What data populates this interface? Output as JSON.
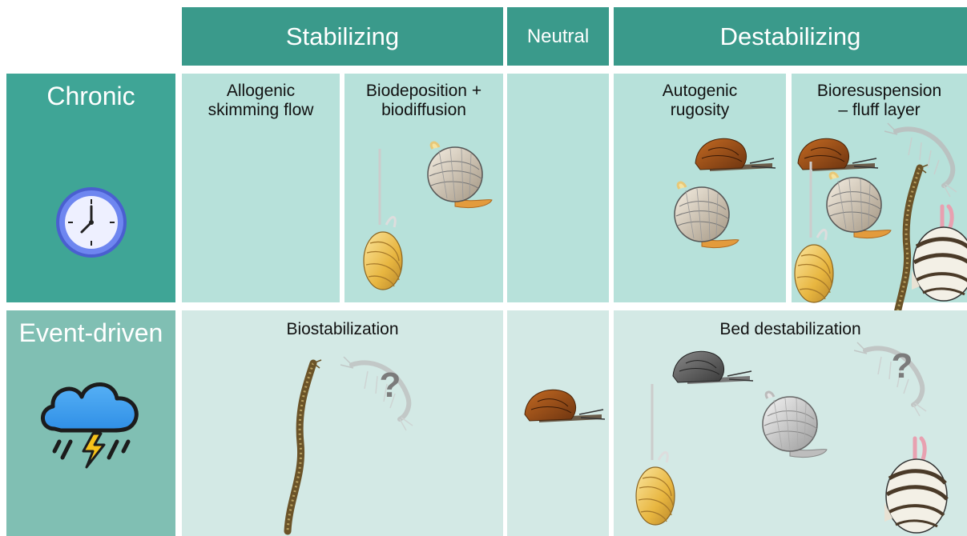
{
  "columns": {
    "stabilizing": "Stabilizing",
    "neutral": "Neutral",
    "destabilizing": "Destabilizing"
  },
  "rows": {
    "chronic": {
      "label": "Chronic",
      "icon": "clock-icon"
    },
    "event": {
      "label": "Event-driven",
      "icon": "storm-cloud-icon"
    }
  },
  "cells": {
    "chronic_allogenic": "Allogenic\nskimming flow",
    "chronic_biodeposition": "Biodeposition +\nbiodiffusion",
    "chronic_autogenic": "Autogenic\nrugosity",
    "chronic_bioresuspension": "Bioresuspension\n– fluff layer",
    "event_biostabilization": "Biostabilization",
    "event_bed_destabilization": "Bed destabilization"
  },
  "unknown_marker": "?",
  "colors": {
    "header": "#3a9a8b",
    "chronic_label": "#3fa596",
    "event_label": "#80bfb3",
    "cell_light": "#b7e1da",
    "cell_pale": "#d3e9e5"
  }
}
